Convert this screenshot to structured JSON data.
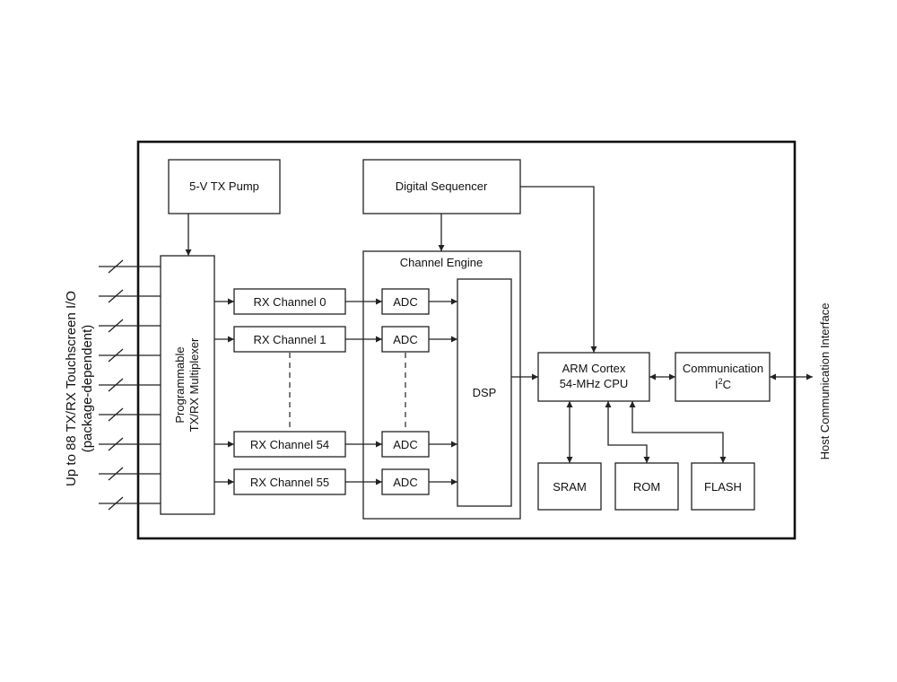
{
  "diagram": {
    "left_label": {
      "line1": "Up to 88 TX/RX Touchscreen I/O",
      "line2": "(package-dependent)"
    },
    "right_label": "Host Communication Interface",
    "blocks": {
      "tx_pump": "5-V TX Pump",
      "digital_sequencer": "Digital Sequencer",
      "mux": {
        "line1": "Programmable",
        "line2": "TX/RX Multiplexer"
      },
      "channel_engine": "Channel Engine",
      "rx_channels": [
        "RX Channel 0",
        "RX Channel 1",
        "RX Channel 54",
        "RX Channel 55"
      ],
      "adc": "ADC",
      "dsp": "DSP",
      "cpu": {
        "line1": "ARM Cortex",
        "line2": "54-MHz CPU"
      },
      "comm": {
        "line1": "Communication",
        "line2_main": "I",
        "line2_sup": "2",
        "line2_tail": "C"
      },
      "sram": "SRAM",
      "rom": "ROM",
      "flash": "FLASH"
    }
  }
}
